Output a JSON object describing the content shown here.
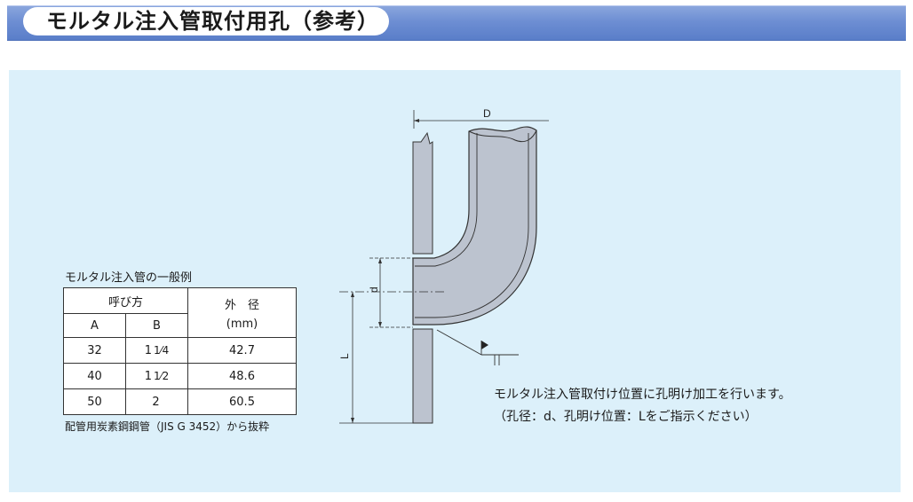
{
  "header": {
    "title": "モルタル注入管取付用孔（参考）"
  },
  "table": {
    "caption": "モルタル注入管の一般例",
    "header_nominal": "呼び方",
    "header_outer_line1": "外　径",
    "header_outer_line2": "(mm)",
    "col_a": "A",
    "col_b": "B",
    "rows": [
      {
        "a": "32",
        "b_whole": "1",
        "b_frac": "1⁄4",
        "outer": "42.7"
      },
      {
        "a": "40",
        "b_whole": "1",
        "b_frac": "1⁄2",
        "outer": "48.6"
      },
      {
        "a": "50",
        "b_whole": "2",
        "b_frac": "",
        "outer": "60.5"
      }
    ],
    "note": "配管用炭素鋼鋼管（JIS G 3452）から抜粋"
  },
  "diagram": {
    "label_D": "D",
    "label_d": "d",
    "label_L": "L"
  },
  "instructions": {
    "line1": "モルタル注入管取付け位置に孔明け加工を行います。",
    "line2": "（孔径：d、孔明け位置：Lをご指示ください）"
  },
  "colors": {
    "banner": "#6d8ed3",
    "panel": "#dcf0fa",
    "pipe_fill": "#bcc3cf"
  }
}
